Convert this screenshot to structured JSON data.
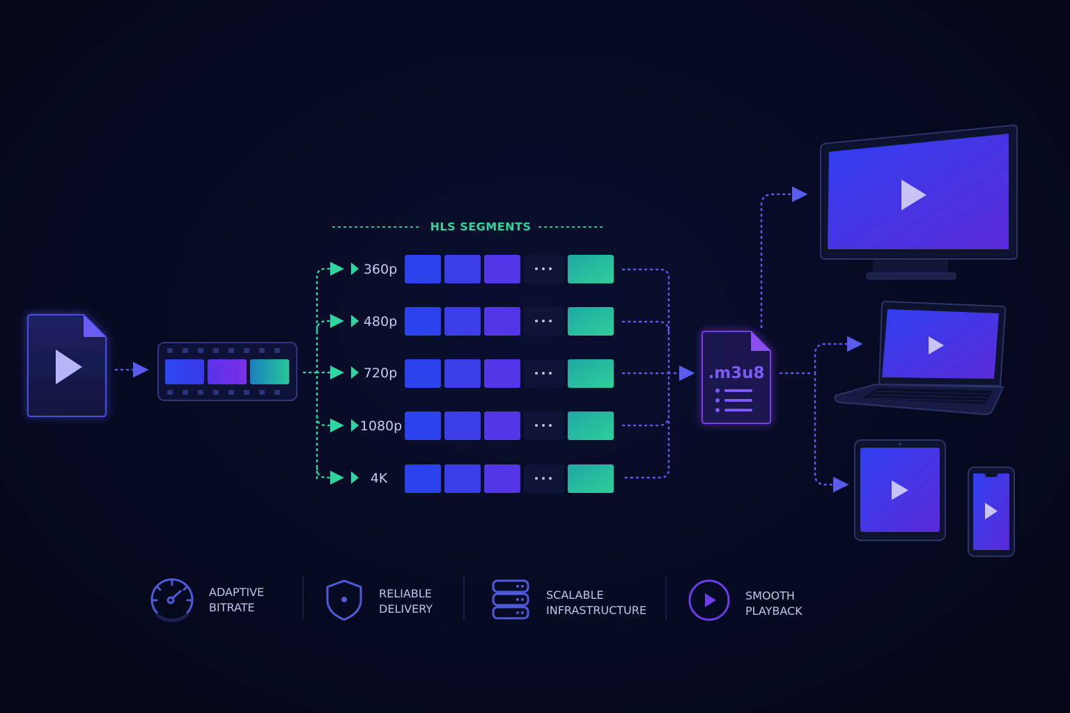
{
  "colors": {
    "background": "#060a22",
    "blue": "#2a3ae0",
    "indigo": "#3a44e6",
    "violet": "#5a36e8",
    "teal": "#1fb89a",
    "green": "#2ed5a0",
    "label": "#c9ccec",
    "connector_blue": "#5a5cf0"
  },
  "source_file": {
    "icon": "video-file-icon"
  },
  "encoder": {
    "icon": "film-strip-icon"
  },
  "segments_header": "HLS SEGMENTS",
  "renditions": [
    {
      "label": "360p"
    },
    {
      "label": "480p"
    },
    {
      "label": "720p"
    },
    {
      "label": "1080p"
    },
    {
      "label": "4K"
    }
  ],
  "playlist": {
    "label": ".m3u8",
    "icon": "playlist-file-icon"
  },
  "devices": [
    {
      "name": "tv",
      "icon": "tv-monitor-icon"
    },
    {
      "name": "laptop",
      "icon": "laptop-icon"
    },
    {
      "name": "tablet",
      "icon": "tablet-icon"
    },
    {
      "name": "phone",
      "icon": "phone-icon"
    }
  ],
  "features": [
    {
      "line1": "ADAPTIVE",
      "line2": "BITRATE",
      "icon": "speedometer-icon"
    },
    {
      "line1": "RELIABLE",
      "line2": "DELIVERY",
      "icon": "shield-icon"
    },
    {
      "line1": "SCALABLE",
      "line2": "INFRASTRUCTURE",
      "icon": "server-stack-icon"
    },
    {
      "line1": "SMOOTH",
      "line2": "PLAYBACK",
      "icon": "play-circle-icon"
    }
  ]
}
